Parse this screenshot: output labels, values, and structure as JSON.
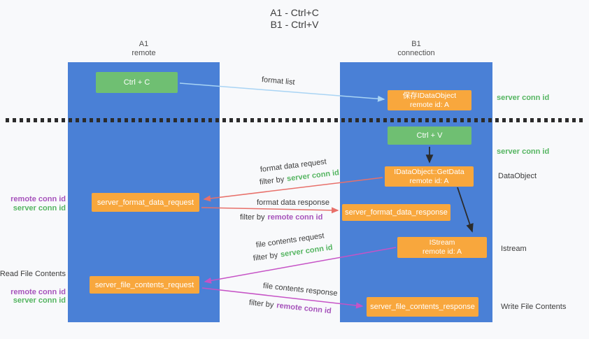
{
  "title": {
    "line1": "A1 - Ctrl+C",
    "line2": "B1 - Ctrl+V"
  },
  "columns": {
    "left": {
      "title": "A1",
      "subtitle": "remote"
    },
    "right": {
      "title": "B1",
      "subtitle": "connection"
    }
  },
  "nodes": {
    "ctrl_c": {
      "label": "Ctrl + C"
    },
    "ctrl_v": {
      "label": "Ctrl + V"
    },
    "save_idataobject": {
      "line1": "保存IDataObject",
      "line2": "remote id: A"
    },
    "getdata": {
      "line1": "IDataObject::GetData",
      "line2": "remote id: A"
    },
    "istream": {
      "line1": "IStream",
      "line2": "remote id: A"
    },
    "server_format_data_request": {
      "label": "server_format_data_request"
    },
    "server_format_data_response": {
      "label": "server_format_data_response"
    },
    "server_file_contents_request": {
      "label": "server_file_contents_request"
    },
    "server_file_contents_response": {
      "label": "server_file_contents_response"
    }
  },
  "annotations": {
    "left": {
      "remote_conn_id_1": "remote conn id",
      "server_conn_id_1": "server conn id",
      "read_file_contents": "Read File Contents",
      "remote_conn_id_2": "remote conn id",
      "server_conn_id_2": "server conn id"
    },
    "right": {
      "server_conn_id_1": "server conn id",
      "server_conn_id_2": "server conn id",
      "dataobject": "DataObject",
      "istream": "Istream",
      "write_file_contents": "Write File Contents"
    }
  },
  "arrow_labels": {
    "format_list": "format list",
    "format_data_request": "format data request",
    "format_data_response": "format data response",
    "file_contents_request": "file contents request",
    "file_contents_response": "file contents response",
    "filter_by": "filter by",
    "server_conn_id": "server conn id",
    "remote_conn_id": "remote conn id"
  },
  "colors": {
    "column_blue": "#4a80d6",
    "node_green": "#6fbf72",
    "node_orange": "#f8a73d",
    "accent_green": "#55b561",
    "accent_purple": "#a653bb",
    "arrow_red": "#e8706a",
    "arrow_magenta": "#c653c6",
    "arrow_light_blue": "#a9d4f4",
    "arrow_black": "#2b2b2b"
  }
}
